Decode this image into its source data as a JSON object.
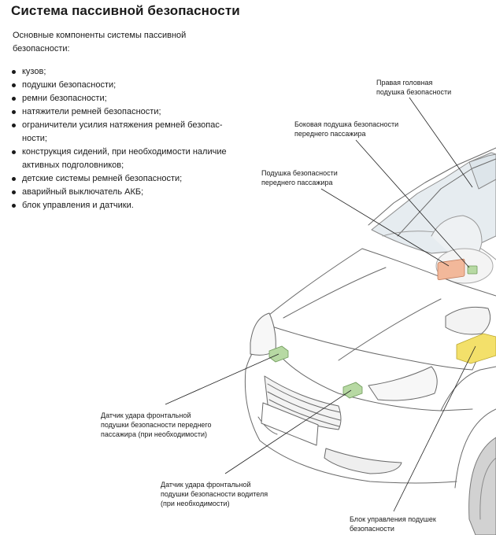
{
  "page": {
    "title": "Система пассивной безопасности",
    "intro": "Основные компоненты системы пассивной безопасности:"
  },
  "components": [
    "кузов;",
    "подушки безопасности;",
    "ремни безопасности;",
    "натяжители ремней безопасности;",
    "ограничители усилия натяжения ремней безопас-\nности;",
    "конструкция сидений, при необходимости наличие\nактивных подголовников;",
    "детские системы ремней безопасности;",
    "аварийный выключатель АКБ;",
    "блок управления и датчики."
  ],
  "callouts": {
    "curtain_airbag": "Правая головная\nподушка безопасности",
    "side_airbag": "Боковая подушка безопасности\nпереднего пассажира",
    "passenger_airbag": "Подушка безопасности\nпереднего пассажира",
    "sensor_passenger": "Датчик удара фронтальной\nподушки безопасности переднего\nпассажира (при необходимости)",
    "sensor_driver": "Датчик удара фронтальной\nподушки безопасности водителя\n(при необходимости)",
    "ecu": "Блок управления подушек\nбезопасности"
  },
  "colors": {
    "sensor": "#b7d9a3",
    "ecu": "#f3e06a",
    "passenger_airbag": "#f2b89a",
    "car_lines": "#6a6a6a",
    "leader_lines": "#222222",
    "glass": "#e6ecf0"
  }
}
